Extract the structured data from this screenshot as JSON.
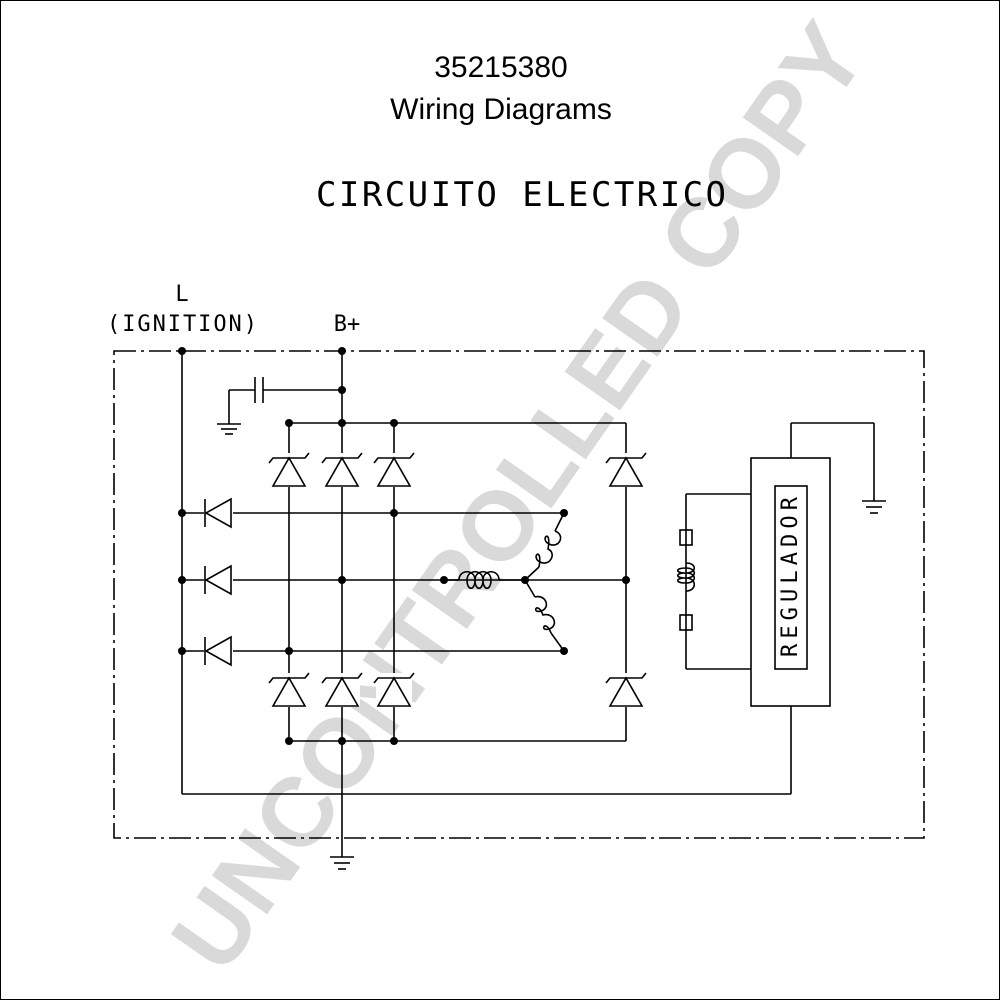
{
  "header": {
    "part_number": "35215380",
    "title": "Wiring Diagrams",
    "subtitle": "CIRCUITO ELECTRICO"
  },
  "terminals": {
    "l_label": "L",
    "ignition_label": "(IGNITION)",
    "bplus_label": "B+"
  },
  "components": {
    "regulator_label": "REGULADOR"
  },
  "watermark": "UNCONTROLLED COPY",
  "colors": {
    "ink": "#000000",
    "watermark": "#d9d9d9"
  }
}
